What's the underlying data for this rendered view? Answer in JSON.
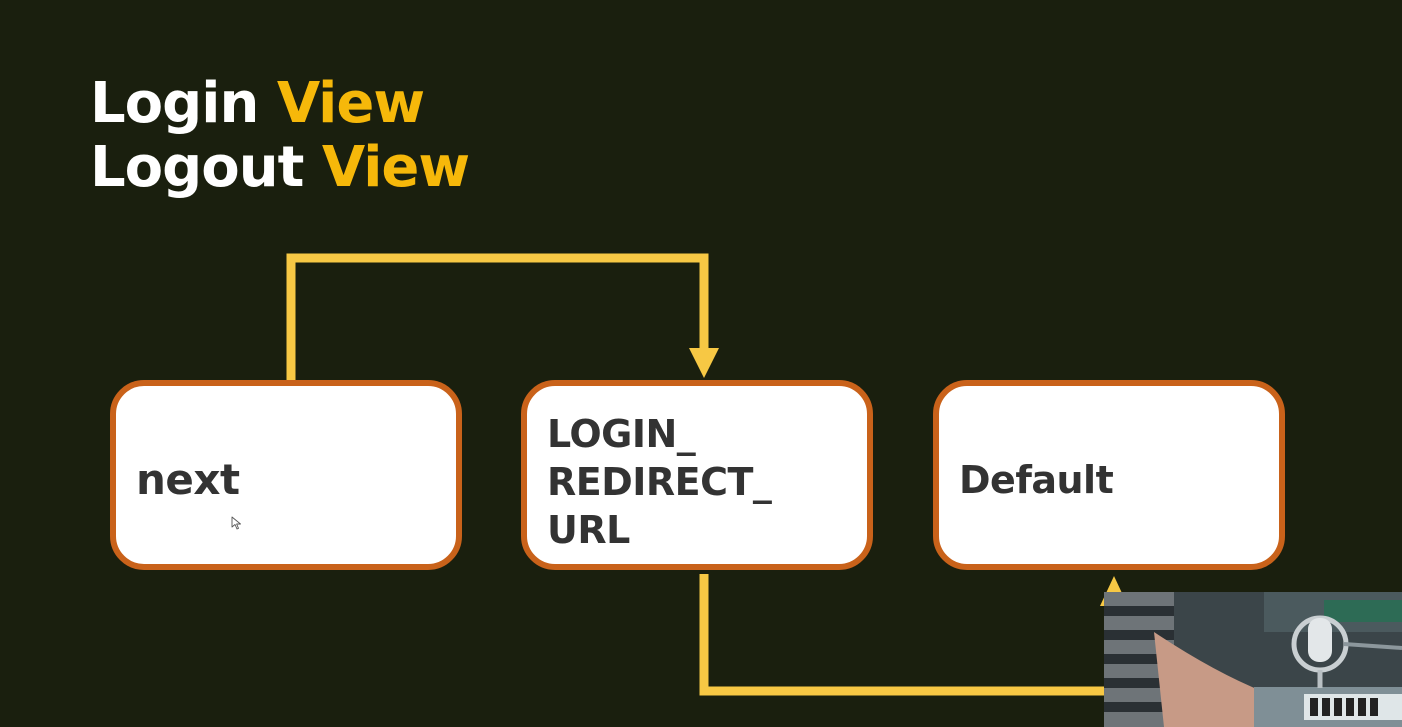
{
  "title": {
    "line1_word": "Login",
    "line1_accent": "View",
    "line2_word": "Logout",
    "line2_accent": "View"
  },
  "boxes": {
    "next": "next",
    "login_redirect_url": [
      "LOGIN_",
      "REDIRECT_",
      "URL"
    ],
    "default": "Default"
  },
  "colors": {
    "background": "#1a1f0e",
    "title_text": "#ffffff",
    "accent": "#f6b80a",
    "arrow": "#f7c844",
    "box_border": "#c9621a",
    "box_fill": "#ffffff",
    "box_text": "#333333"
  }
}
